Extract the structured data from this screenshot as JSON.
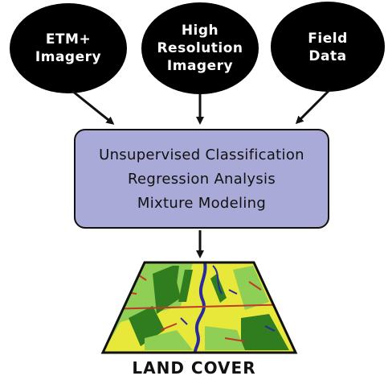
{
  "inputs": [
    {
      "lines": [
        "ETM+",
        "Imagery"
      ]
    },
    {
      "lines": [
        "High",
        "Resolution",
        "Imagery"
      ]
    },
    {
      "lines": [
        "Field",
        "Data"
      ]
    }
  ],
  "process": {
    "methods": [
      "Unsupervised Classification",
      "Regression Analysis",
      "Mixture Modeling"
    ]
  },
  "output": {
    "label": "LAND COVER"
  },
  "colors": {
    "input_fill": "#000000",
    "input_text": "#ffffff",
    "process_fill": "#a9aad8",
    "arrow": "#111111",
    "map_yellow": "#e8e83a",
    "map_green": "#2f7d1e",
    "map_lightgreen": "#8fcf55",
    "map_red": "#c0392b",
    "map_blue": "#2a2aa0"
  }
}
